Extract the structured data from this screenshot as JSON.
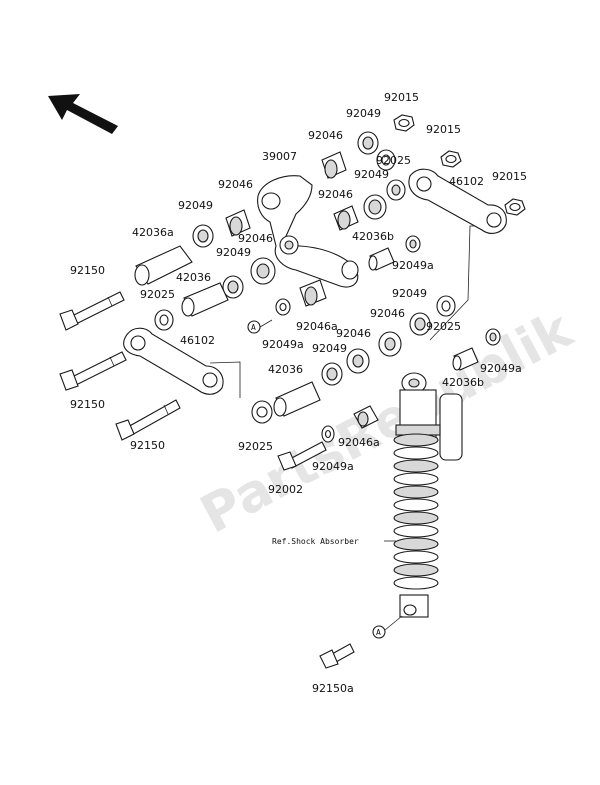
{
  "watermark": "PartsRepublik",
  "callout_letter": "A",
  "ref_note": "Ref.Shock Absorber",
  "labels": {
    "p92015_top": "92015",
    "p92049_top": "92049",
    "p92015_mid": "92015",
    "p92046_top": "92046",
    "p39007": "39007",
    "p92025_top": "92025",
    "p92049_b": "92049",
    "p46102_top": "46102",
    "p92015_right": "92015",
    "p92046_c": "92046",
    "p92046_left": "92046",
    "p92049_left": "92049",
    "p92046_d": "92046",
    "p42036b_top": "42036b",
    "p42036a": "42036a",
    "p92049_e": "92049",
    "p92049a_top": "92049a",
    "p92150_top": "92150",
    "p42036_mid": "42036",
    "p92025_left": "92025",
    "p92049_f": "92049",
    "p92046a_top": "92046a",
    "p92046_g": "92046",
    "p92025_right": "92025",
    "p92049a_left": "92049a",
    "p92046_h": "92046",
    "p46102_left": "46102",
    "p92049_g": "92049",
    "p92049a_right": "92049a",
    "p42036_low": "42036",
    "p42036b_low": "42036b",
    "p92150_mid": "92150",
    "p92025_low": "92025",
    "p92046a_low": "92046a",
    "p92150_low": "92150",
    "p92049a_low": "92049a",
    "p92002": "92002",
    "p92150a": "92150a"
  }
}
